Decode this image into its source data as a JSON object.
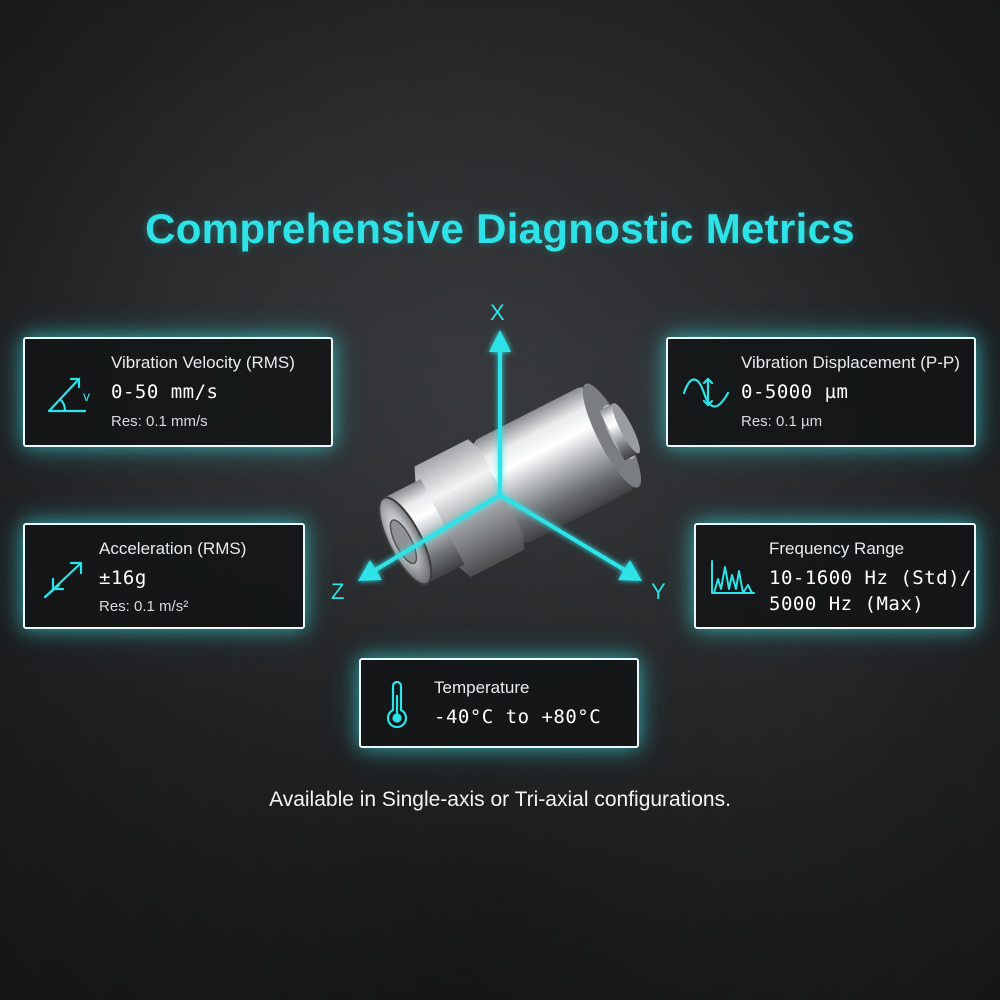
{
  "title": "Comprehensive Diagnostic Metrics",
  "axes": {
    "x": "X",
    "y": "Y",
    "z": "Z"
  },
  "cards": {
    "velocity": {
      "icon": "velocity-angle-icon",
      "label": "Vibration Velocity (RMS)",
      "value": "0-50 mm/s",
      "res": "Res: 0.1 mm/s"
    },
    "displacement": {
      "icon": "displacement-wave-icon",
      "label": "Vibration Displacement (P-P)",
      "value": "0-5000 µm",
      "res": "Res: 0.1 µm"
    },
    "acceleration": {
      "icon": "acceleration-arrow-icon",
      "label": "Acceleration (RMS)",
      "value": "±16g",
      "res": "Res: 0.1 m/s²"
    },
    "frequency": {
      "icon": "spectrum-icon",
      "label": "Frequency Range",
      "value_line1": "10-1600 Hz (Std)/",
      "value_line2": "5000 Hz (Max)"
    },
    "temperature": {
      "icon": "thermometer-icon",
      "label": "Temperature",
      "value": "-40°C to +80°C"
    }
  },
  "footer": "Available in Single-axis or Tri-axial configurations.",
  "colors": {
    "accent": "#2ee3e8",
    "background": "#2a2c2e",
    "card_border": "#e8f7f8"
  }
}
